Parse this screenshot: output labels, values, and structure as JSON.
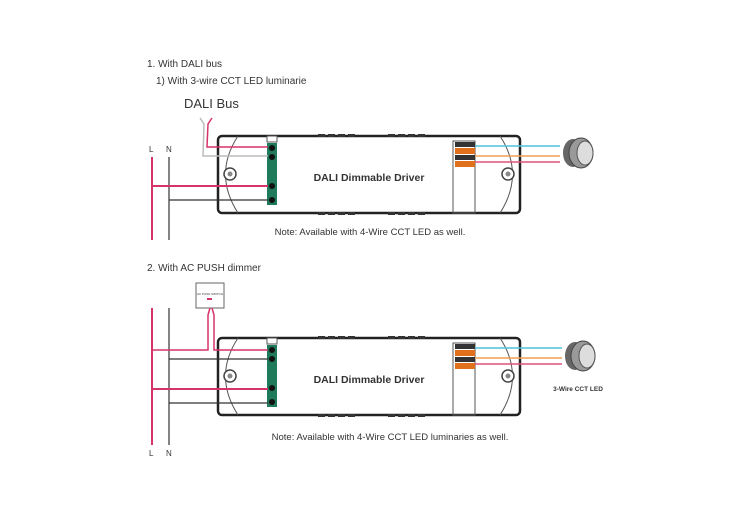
{
  "section1": {
    "title": "1. With DALI bus",
    "subtitle": "1)  With 3-wire CCT LED luminarie",
    "bus_label": "DALI Bus",
    "line_label": "L",
    "neutral_label": "N",
    "driver_label": "DALI Dimmable Driver",
    "note": "Note: Available with 4-Wire CCT LED as well."
  },
  "section2": {
    "title": "2. With AC PUSH dimmer",
    "switch_label": "AC PUSH SWITCH",
    "line_label": "L",
    "neutral_label": "N",
    "driver_label": "DALI Dimmable Driver",
    "led_label": "3-Wire CCT LED",
    "note": "Note: Available with 4-Wire CCT LED luminaries as well."
  },
  "colors": {
    "line": "#d6336c",
    "neutral": "#333333",
    "dali_bus": "#bbbbbb",
    "terminal": "#1f7a5c",
    "led_cyan": "#4cc3d9",
    "led_orange": "#f0a050",
    "led_pink": "#e0507a",
    "connector": "#e0701c"
  }
}
